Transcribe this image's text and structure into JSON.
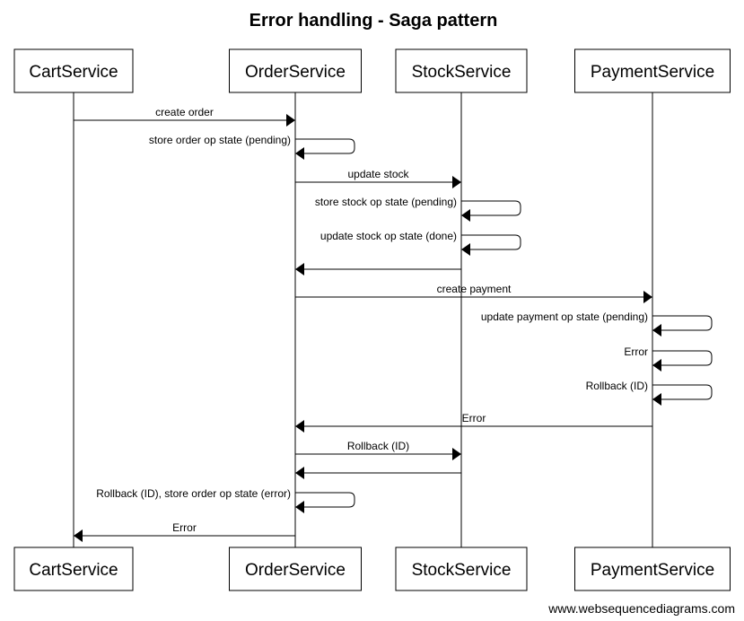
{
  "diagram": {
    "title": "Error handling - Saga pattern",
    "footer": "www.websequencediagrams.com",
    "participants": [
      {
        "id": "cart",
        "label": "CartService"
      },
      {
        "id": "order",
        "label": "OrderService"
      },
      {
        "id": "stock",
        "label": "StockService"
      },
      {
        "id": "payment",
        "label": "PaymentService"
      }
    ],
    "messages": [
      {
        "from": "cart",
        "to": "order",
        "label": "create order"
      },
      {
        "from": "order",
        "to": "order",
        "label": "store order op state (pending)"
      },
      {
        "from": "order",
        "to": "stock",
        "label": "update stock"
      },
      {
        "from": "stock",
        "to": "stock",
        "label": "store stock op state (pending)"
      },
      {
        "from": "stock",
        "to": "stock",
        "label": "update stock op state (done)"
      },
      {
        "from": "stock",
        "to": "order",
        "label": ""
      },
      {
        "from": "order",
        "to": "payment",
        "label": "create payment"
      },
      {
        "from": "payment",
        "to": "payment",
        "label": "update payment op state (pending)"
      },
      {
        "from": "payment",
        "to": "payment",
        "label": "Error"
      },
      {
        "from": "payment",
        "to": "payment",
        "label": "Rollback (ID)"
      },
      {
        "from": "payment",
        "to": "order",
        "label": "Error"
      },
      {
        "from": "order",
        "to": "stock",
        "label": "Rollback (ID)"
      },
      {
        "from": "stock",
        "to": "order",
        "label": ""
      },
      {
        "from": "order",
        "to": "order",
        "label": "Rollback (ID), store order op state (error)"
      },
      {
        "from": "order",
        "to": "cart",
        "label": "Error"
      }
    ]
  }
}
